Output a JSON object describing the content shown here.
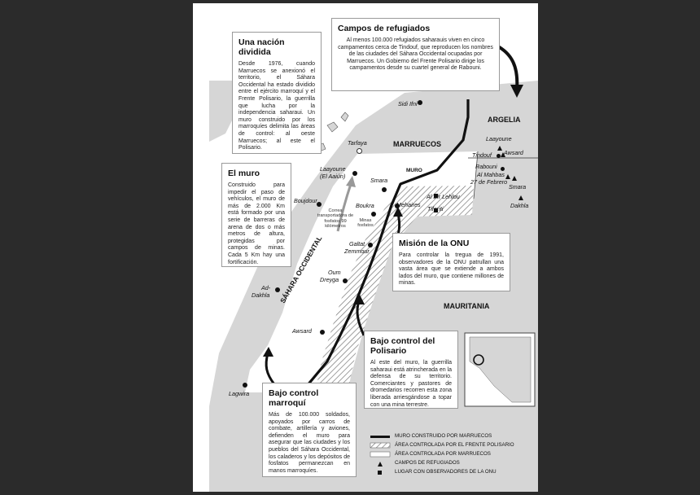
{
  "map": {
    "boxes": {
      "divided": {
        "title": "Una nación dividida",
        "text": "Desde 1976, cuando Marruecos se anexionó el territorio, el Sáhara Occidental ha estado dividido entre el ejército marroquí y el Frente Polisario, la guerrilla que lucha por la independencia saharaui. Un muro construido por los marroquíes delimita las áreas de control: al oeste Marruecos; al este el Polisario."
      },
      "refugees": {
        "title": "Campos de refugiados",
        "text": "Al menos 100.000 refugiados saharauis viven en cinco campamentos cerca de Tindouf, que reproducen los nombres de las ciudades del Sáhara Occidental ocupadas por Marruecos. Un Gobierno del Frente Polisario dirige los campamentos desde su cuartel general de Rabouni."
      },
      "wall": {
        "title": "El muro",
        "text": "Construido para impedir el paso de vehículos, el muro de más de 2.000 Km está formado por una serie de barreras de arena de dos o más metros de altura, protegidas por campos de minas. Cada 5 Km hay una fortificación."
      },
      "un": {
        "title": "Misión de la ONU",
        "text": "Para controlar la tregua de 1991, observadores de la ONU patrullan una vasta área que se extiende a ambos lados del muro, que contiene millones de minas."
      },
      "polisario": {
        "title": "Bajo control del Polisario",
        "text": "Al este del muro, la guerrilla saharaui está atrincherada en la defensa de su territorio. Comerciantes y pastores de dromedarios recorren esta zona liberada arriesgándose a topar con una mina terrestre."
      },
      "moroccan": {
        "title": "Bajo control marroquí",
        "text": "Más de 100.000 soldados, apoyados por carros de combate, artillería y aviones, defienden el muro para asegurar que las ciudades y los pueblos del Sáhara Occidental, los caladeros y los depósitos de fosfatos permanezcan en manos marroquíes."
      }
    },
    "regions": {
      "argelia": "ARGELIA",
      "marruecos": "MARRUECOS",
      "mauritania": "MAURITANIA",
      "sahara": "SÁHARA OCCIDENTAL",
      "muro": "MURO"
    },
    "places": {
      "sidi_ifni": "Sidi Ifni",
      "tarfaya": "Tarfaya",
      "laayoune_1": "Laayoune",
      "laayoune_2": "(El Aaiún)",
      "smara": "Smara",
      "boujdour": "Boujdour",
      "boukra": "Boukra",
      "minas": "Minas fosfatos",
      "correa": "Correa transportadora de fosfatos 99 kilómetros",
      "al_bir": "Al Bir Lehlou",
      "mehaires": "Mehaires",
      "tifariti": "Tifariti",
      "galtat_1": "Galtat",
      "galtat_2": "Zemmour",
      "oum_1": "Oum",
      "oum_2": "Dreyga",
      "addakhla_1": "Ad-",
      "addakhla_2": "Dakhla",
      "awsard": "Awsard",
      "lagwira": "Lagwira",
      "tindouf": "Tindouf",
      "camp_laayoune": "Laayoune",
      "camp_awsard": "Awsard",
      "rabouni": "Rabouni",
      "mahbas_1": "Al Mahbas",
      "mahbas_2": "27 de Febrero",
      "camp_smara": "Smara",
      "dakhla": "Dakhla"
    },
    "legend": [
      "MURO CONSTRUIDO POR MARRUECOS",
      "ÁREA CONTROLADA POR EL FRENTE POLISARIO",
      "ÁREA CONTROLADA POR MARRUECOS",
      "CAMPOS DE REFUGIADOS",
      "LUGAR CON OBSERVADORES DE LA ONU"
    ],
    "colors": {
      "land": "#d6d6d6",
      "sahara": "#ffffff",
      "wall": "#111111",
      "background": "#2b2b2b"
    }
  }
}
